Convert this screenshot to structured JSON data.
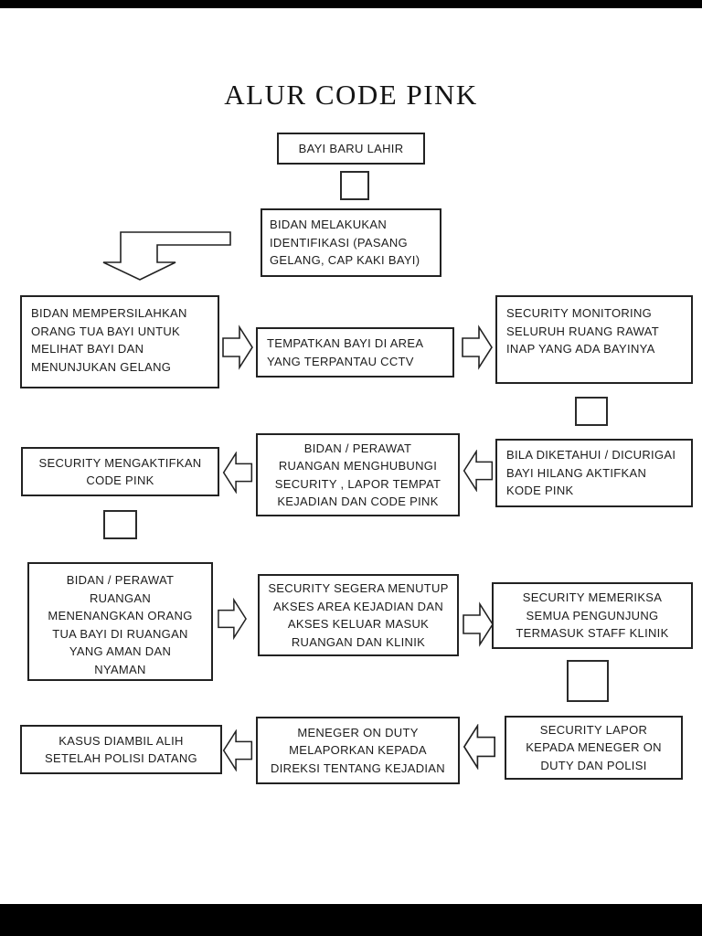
{
  "page": {
    "title": "ALUR CODE PINK"
  },
  "colors": {
    "background": "#ffffff",
    "line": "#222222",
    "text": "#1c1c1c",
    "page_bar": "#000000"
  },
  "icons": {
    "arrow_right": "block-arrow-right",
    "arrow_left": "block-arrow-left",
    "arrow_bent_down": "block-arrow-bent-down-left",
    "connector_square": "open-square-connector"
  },
  "flowchart": {
    "nodes": {
      "start": {
        "text": "BAYI BARU LAHIR"
      },
      "identify": {
        "text": "BIDAN MELAKUKAN IDENTIFIKASI (PASANG GELANG, CAP KAKI BAYI)"
      },
      "welcome_parents": {
        "text": "BIDAN MEMPERSILAHKAN ORANG TUA BAYI UNTUK MELIHAT BAYI DAN MENUNJUKAN GELANG"
      },
      "cctv_area": {
        "text": "TEMPATKAN BAYI DI AREA YANG TERPANTAU CCTV"
      },
      "security_monitoring": {
        "text": "SECURITY MONITORING SELURUH RUANG RAWAT INAP YANG ADA BAYINYA"
      },
      "baby_missing": {
        "text": "BILA DIKETAHUI / DICURIGAI BAYI HILANG AKTIFKAN KODE PINK"
      },
      "contact_security": {
        "text": "BIDAN / PERAWAT RUANGAN MENGHUBUNGI SECURITY , LAPOR TEMPAT KEJADIAN DAN CODE PINK"
      },
      "activate_code_pink": {
        "text": "SECURITY MENGAKTIFKAN CODE PINK"
      },
      "calm_parents": {
        "text": "BIDAN / PERAWAT RUANGAN MENENANGKAN ORANG TUA BAYI DI RUANGAN YANG AMAN DAN NYAMAN"
      },
      "close_access": {
        "text": "SECURITY SEGERA MENUTUP AKSES AREA KEJADIAN DAN AKSES KELUAR MASUK RUANGAN DAN KLINIK"
      },
      "check_visitors": {
        "text": "SECURITY MEMERIKSA SEMUA PENGUNJUNG TERMASUK STAFF KLINIK"
      },
      "report_manager": {
        "text": "SECURITY LAPOR KEPADA MENEGER ON DUTY DAN POLISI"
      },
      "report_direksi": {
        "text": "MENEGER ON DUTY MELAPORKAN KEPADA DIREKSI TENTANG KEJADIAN"
      },
      "police_takeover": {
        "text": "KASUS DIAMBIL ALIH SETELAH POLISI DATANG"
      }
    }
  }
}
